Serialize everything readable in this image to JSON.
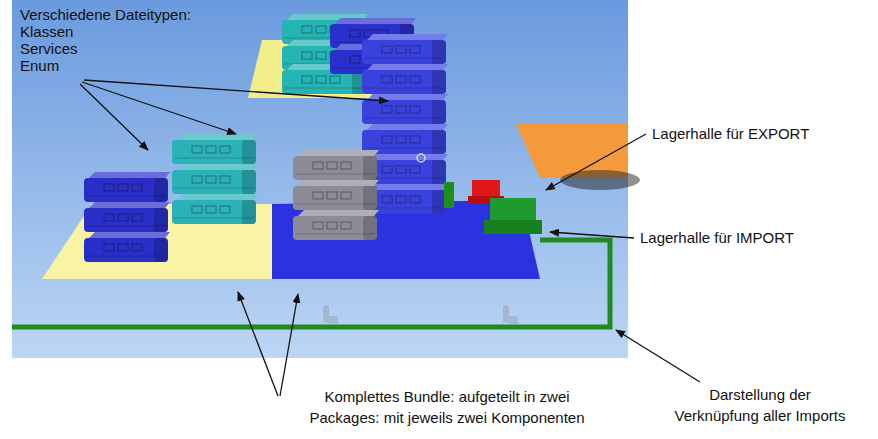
{
  "diagram": {
    "labels": [
      "Verschiedene Dateitypen:",
      "Klassen",
      "Services",
      "Enum",
      "Lagerhalle für EXPORT",
      "Lagerhalle für IMPORT",
      "Darstellung der Verknüpfung aller Imports",
      "Komplettes Bundle: aufgeteilt in zwei Packages: mit jeweils zwei Komponenten"
    ]
  }
}
